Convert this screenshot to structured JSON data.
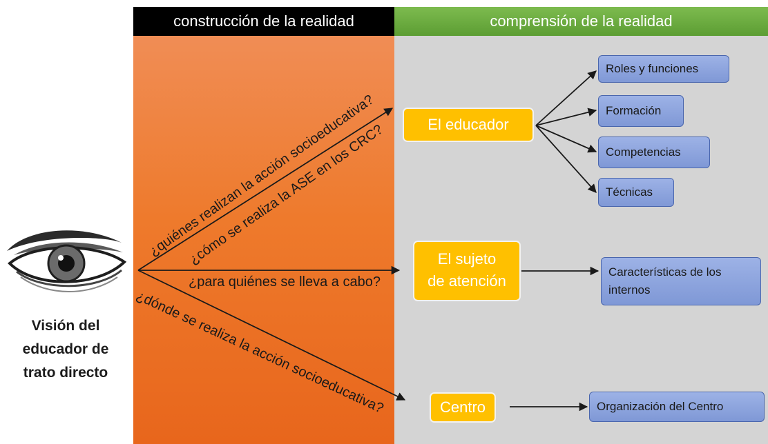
{
  "headers": {
    "left": "construcción de la realidad",
    "right": "comprensión de la realidad"
  },
  "viewer": {
    "icon": "eye-icon",
    "label_line1": "Visión del",
    "label_line2": "educador de",
    "label_line3": "trato directo"
  },
  "questions": {
    "q1": "¿quiénes realizan la acción socioeducativa?",
    "q2": "¿cómo se realiza la ASE en los CRC?",
    "q3": "¿para quiénes se lleva a cabo?",
    "q4": "¿dónde se realiza la acción socioeducativa?"
  },
  "subjects": {
    "educador": "El educador",
    "sujeto_line1": "El sujeto",
    "sujeto_line2": "de atención",
    "centro": "Centro"
  },
  "details": {
    "roles": "Roles y funciones",
    "formacion": "Formación",
    "competencias": "Competencias",
    "tecnicas": "Técnicas",
    "caracteristicas_line1": "Características de los",
    "caracteristicas_line2": "internos",
    "organizacion": "Organización del Centro"
  },
  "colors": {
    "construction_header": "#000000",
    "comprehension_header": "#6aac3f",
    "construction_panel": "#ee7a2c",
    "comprehension_panel": "#d4d4d4",
    "subject_box": "#ffc000",
    "detail_box": "#8fa7e0"
  }
}
